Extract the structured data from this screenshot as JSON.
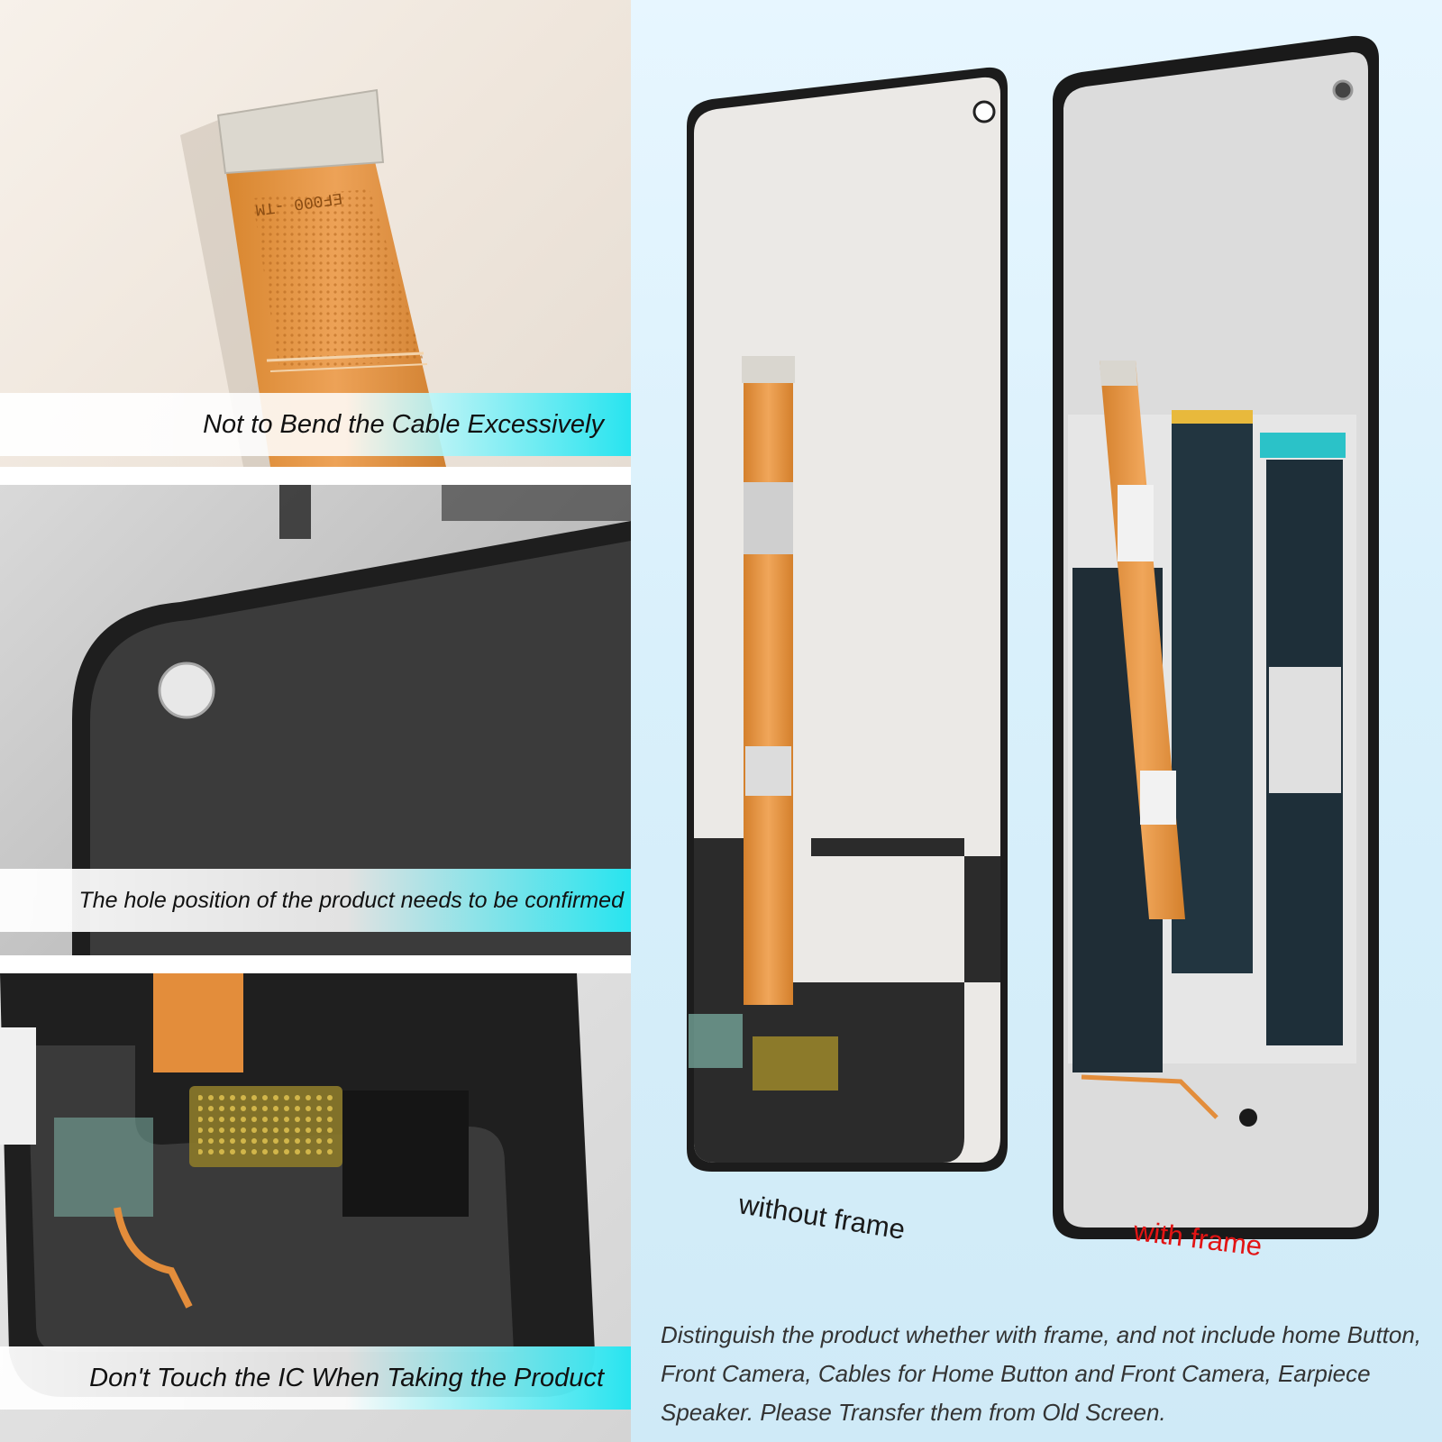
{
  "captions": {
    "cable": "Not to Bend the Cable Excessively",
    "hole": "The hole position of the product needs to be confirmed",
    "ic": "Don't Touch the IC When Taking the Product"
  },
  "labels": {
    "without_frame": "without frame",
    "with_frame": "with frame"
  },
  "description": "Distinguish the product whether with frame, and not include home Button, Front Camera, Cables for Home Button and Front Camera, Earpiece Speaker. Please Transfer them from Old Screen.",
  "colors": {
    "caption_accent": "#28e4ef",
    "with_frame_label": "#e21414",
    "flex_cable": "#e9953c"
  },
  "images": {
    "cable_closeup": "flex-cable-closeup-photo",
    "hole_closeup": "screen-corner-camera-hole-photo",
    "ic_closeup": "screen-bottom-ic-photo",
    "comparison": "lcd-without-and-with-frame-photo"
  }
}
